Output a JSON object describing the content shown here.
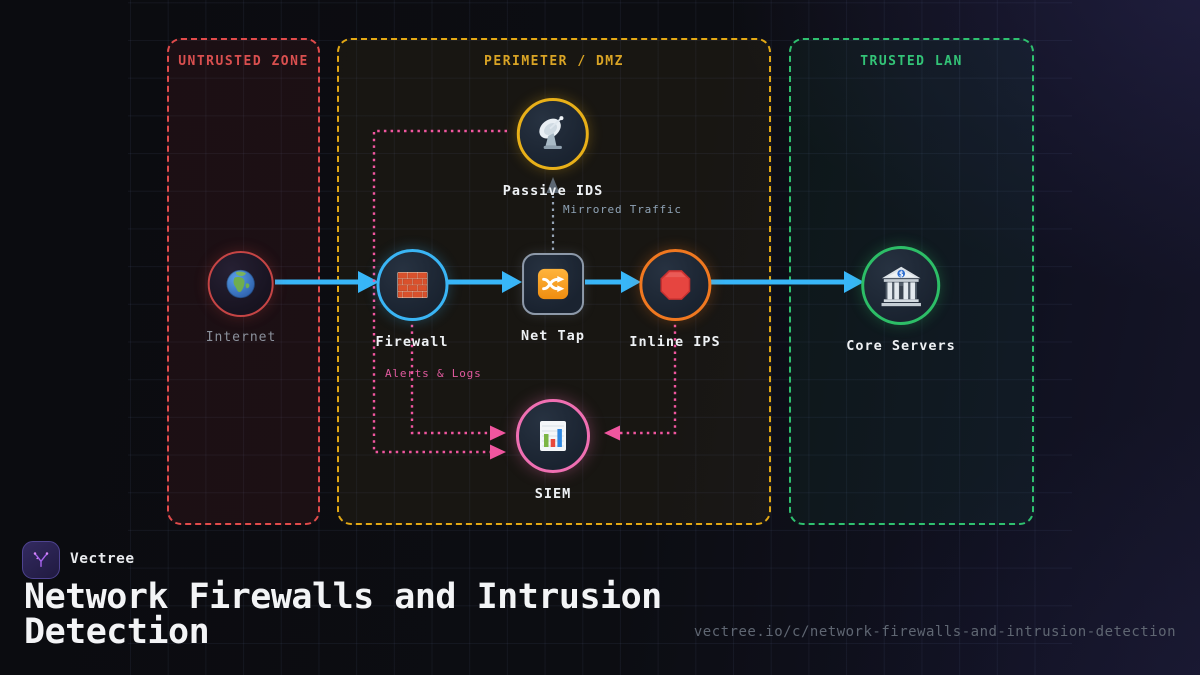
{
  "zones": {
    "untrusted": {
      "title": "UNTRUSTED ZONE",
      "border_color": "#e14b4b",
      "title_color": "#d94f4f"
    },
    "perimeter": {
      "title": "PERIMETER / DMZ",
      "border_color": "#e3a814",
      "title_color": "#d9a425"
    },
    "trusted": {
      "title": "TRUSTED LAN",
      "border_color": "#2fc06f",
      "title_color": "#33c377"
    }
  },
  "nodes": {
    "internet": {
      "label": "Internet",
      "icon": "globe-icon",
      "ring_color": "#c64545"
    },
    "firewall": {
      "label": "Firewall",
      "icon": "brick-wall-icon",
      "ring_color": "#3ab5f5"
    },
    "net_tap": {
      "label": "Net Tap",
      "icon": "shuffle-icon",
      "ring_color": "#8d99a9"
    },
    "inline_ips": {
      "label": "Inline IPS",
      "icon": "stop-sign-icon",
      "ring_color": "#f07820"
    },
    "passive_ids": {
      "label": "Passive IDS",
      "icon": "satellite-dish-icon",
      "ring_color": "#e8b019"
    },
    "siem": {
      "label": "SIEM",
      "icon": "bar-chart-icon",
      "ring_color": "#ef6fb2"
    },
    "core_servers": {
      "label": "Core Servers",
      "icon": "bank-icon",
      "ring_color": "#2dbe67"
    }
  },
  "edges": {
    "flow_color": "#38b6f8",
    "mirrored_traffic": {
      "label": "Mirrored Traffic",
      "color": "#95a3b4",
      "style": "dashed"
    },
    "alerts_logs": {
      "label": "Alerts & Logs",
      "color": "#f0569f",
      "style": "dotted"
    }
  },
  "footer": {
    "brand": "Vectree",
    "title": "Network Firewalls and Intrusion Detection",
    "url": "vectree.io/c/network-firewalls-and-intrusion-detection"
  }
}
